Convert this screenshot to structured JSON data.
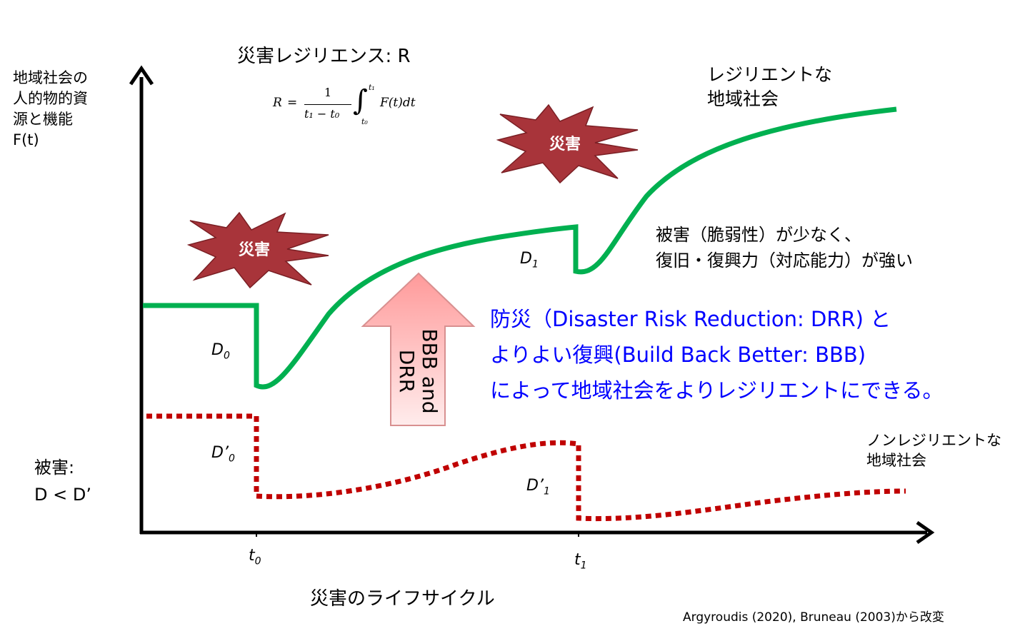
{
  "title": "災害レジリエンス: R",
  "formula": {
    "lhs": "R",
    "eq": "=",
    "numerator": "1",
    "denominator": "t₁ − t₀",
    "integral": "∫",
    "upper": "t₁",
    "lower": "t₀",
    "integrand": "F(t)dt"
  },
  "y_axis_label": [
    "地域社会の",
    "人的物的資",
    "源と機能",
    "F(t)"
  ],
  "x_axis_label": "災害のライフサイクル",
  "ticks": {
    "t0": "t",
    "t0_sub": "0",
    "t1": "t",
    "t1_sub": "1"
  },
  "burst_label": "災害",
  "resilient_label": [
    "レジリエントな",
    "地域社会"
  ],
  "nonresilient_label": [
    "ノンレジリエントな",
    "地域社会"
  ],
  "damage_labels": {
    "D0": "D",
    "D0_sub": "0",
    "D1": "D",
    "D1_sub": "1",
    "Dp0": "D’",
    "Dp0_sub": "0",
    "Dp1": "D’",
    "Dp1_sub": "1"
  },
  "damage_compare": [
    "被害:",
    "D < D’"
  ],
  "arrow_text": [
    "BBB and",
    "DRR"
  ],
  "resilient_desc": [
    "被害（脆弱性）が少なく、",
    "復旧・復興力（対応能力）が強い"
  ],
  "blue_text": [
    "防災（Disaster Risk Reduction: DRR) と",
    "よりよい復興(Build Back Better: BBB)",
    "によって地域社会をよりレジリエントにできる。"
  ],
  "citation": "Argyroudis (2020), Bruneau (2003)から改変",
  "colors": {
    "green": "#00b050",
    "red_dotted": "#c00000",
    "burst_fill": "#a8343a",
    "arrow_fill": "#ffb3b3",
    "blue_text": "#0000ff"
  }
}
